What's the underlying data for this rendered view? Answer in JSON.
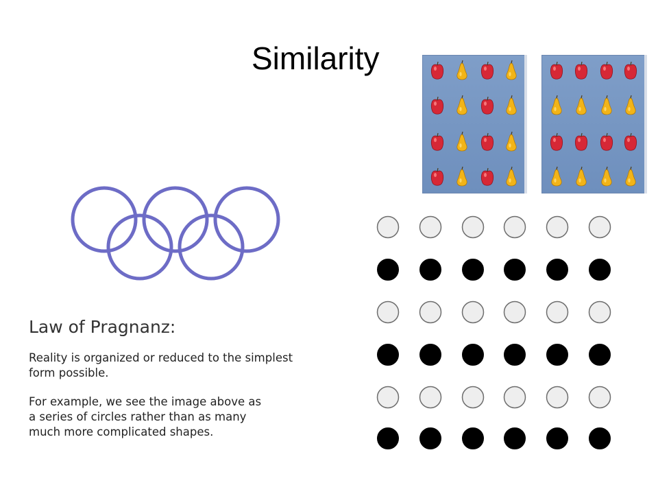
{
  "title": "Similarity",
  "fruit_panels": {
    "left": {
      "rows": [
        [
          "apple",
          "pear",
          "apple",
          "pear"
        ],
        [
          "apple",
          "pear",
          "apple",
          "pear"
        ],
        [
          "apple",
          "pear",
          "apple",
          "pear"
        ],
        [
          "apple",
          "pear",
          "apple",
          "pear"
        ]
      ]
    },
    "right": {
      "rows": [
        [
          "apple",
          "apple",
          "apple",
          "apple"
        ],
        [
          "pear",
          "pear",
          "pear",
          "pear"
        ],
        [
          "apple",
          "apple",
          "apple",
          "apple"
        ],
        [
          "pear",
          "pear",
          "pear",
          "pear"
        ]
      ]
    }
  },
  "rings": {
    "count": 5,
    "color": "#6d6cc6"
  },
  "dot_grid": {
    "rows": [
      "hollow",
      "filled",
      "hollow",
      "filled",
      "hollow",
      "filled"
    ],
    "columns": 6,
    "filled_color": "#000000",
    "hollow_color": "#eeeeee"
  },
  "pragnanz": {
    "heading": "Law of Pragnanz:",
    "para1": "Reality is organized or reduced to the simplest\nform possible.",
    "para2": "For example, we see the image above as\na series of circles rather than as many\nmuch more complicated shapes."
  }
}
